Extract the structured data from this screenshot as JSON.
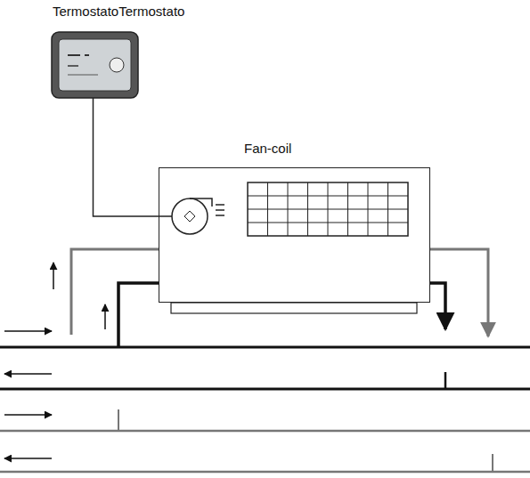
{
  "diagram": {
    "nodes": [
      {
        "text": [
          "TermostatoTermostato"
        ]
      },
      {
        "text": [
          "Fan-coil"
        ]
      }
    ],
    "edges": [
      {
        "from": 0,
        "to": 1,
        "arrow": "none"
      }
    ]
  }
}
